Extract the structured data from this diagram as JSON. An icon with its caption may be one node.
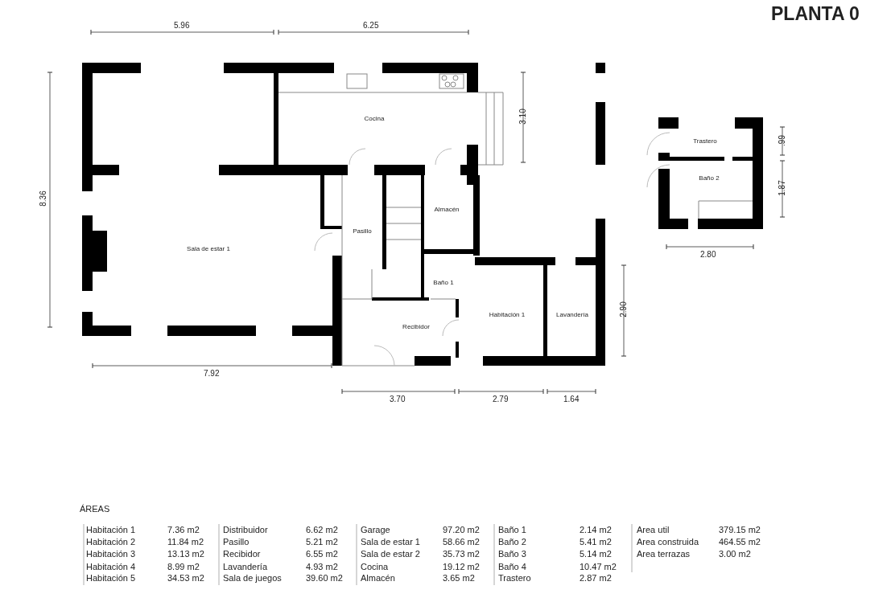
{
  "diagram": {
    "title": "PLANTA 0",
    "nodes": [
      {
        "text": [
          "Cocina"
        ]
      },
      {
        "text": [
          "Trastero"
        ]
      },
      {
        "text": [
          "Baño 2"
        ]
      },
      {
        "text": [
          "Almacén"
        ]
      },
      {
        "text": [
          "Pasillo"
        ]
      },
      {
        "text": [
          "Sala de estar 1"
        ]
      },
      {
        "text": [
          "Baño 1"
        ]
      },
      {
        "text": [
          "Recibidor"
        ]
      },
      {
        "text": [
          "Habitación 1"
        ]
      },
      {
        "text": [
          "Lavandería"
        ]
      }
    ],
    "edges": [],
    "labels": [
      "5.96",
      "6.25",
      "3.10",
      "8.36",
      ".99",
      "1.87",
      "2.80",
      "2.90",
      "7.92",
      "3.70",
      "2.79",
      "1.64",
      "ÁREAS",
      "Habitación 1",
      "7.36 m2",
      "Distribuidor",
      "6.62 m2",
      "Garage",
      "97.20 m2",
      "Baño 1",
      "2.14 m2",
      "Area util",
      "379.15 m2",
      "Habitación 2",
      "11.84 m2",
      "Pasillo",
      "5.21 m2",
      "Sala de estar 1",
      "58.66 m2",
      "Baño 2",
      "5.41 m2",
      "Area construida",
      "464.55 m2",
      "Habitación 3",
      "13.13 m2",
      "Recibidor",
      "6.55 m2",
      "Sala de estar 2",
      "35.73 m2",
      "Baño 3",
      "5.14 m2",
      "Area terrazas",
      "3.00 m2",
      "Habitación 4",
      "8.99 m2",
      "Lavandería",
      "4.93 m2",
      "Cocina",
      "19.12 m2",
      "Baño 4",
      "10.47 m2",
      "Habitación 5",
      "34.53 m2",
      "Sala de juegos",
      "39.60 m2",
      "Almacén",
      "3.65 m2",
      "Trastero",
      "2.87 m2"
    ]
  }
}
